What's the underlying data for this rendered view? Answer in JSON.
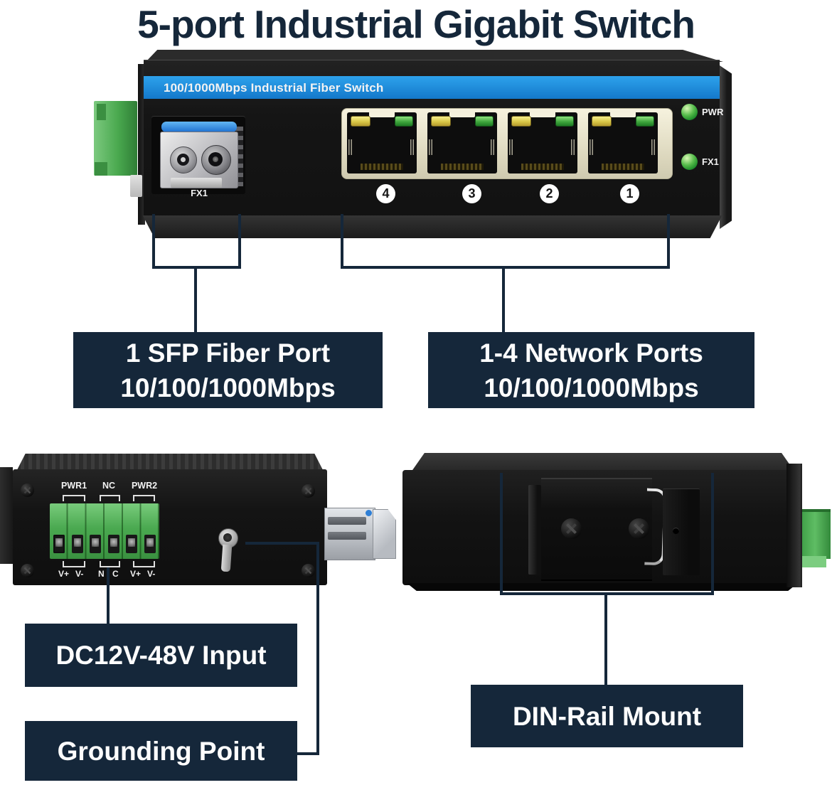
{
  "title": "5-port Industrial Gigabit Switch",
  "front_view": {
    "stripe_label": "100/1000Mbps Industrial Fiber Switch",
    "sfp_label": "FX1",
    "port_numbers": [
      "4",
      "3",
      "2",
      "1"
    ],
    "led_pwr_label": "PWR",
    "led_fx1_label": "FX1"
  },
  "callouts": {
    "sfp_line1": "1 SFP Fiber Port",
    "sfp_line2": "10/100/1000Mbps",
    "net_line1": "1-4 Network Ports",
    "net_line2": "10/100/1000Mbps",
    "power_label": "DC12V-48V Input",
    "grounding_label": "Grounding Point",
    "din_label": "DIN-Rail Mount"
  },
  "top_view": {
    "groups": [
      {
        "label": "PWR1",
        "pin1": "V+",
        "pin2": "V-"
      },
      {
        "label": "NC",
        "pin1": "N",
        "pin2": "C"
      },
      {
        "label": "PWR2",
        "pin1": "V+",
        "pin2": "V-"
      }
    ]
  },
  "colors": {
    "annotation_navy": "#15273A",
    "stripe_blue": "#1E8FD9",
    "terminal_green": "#4FAF55",
    "bezel_cream": "#EFEAD6",
    "led_green": "#3FAE3C",
    "led_yellow": "#E3D766"
  }
}
